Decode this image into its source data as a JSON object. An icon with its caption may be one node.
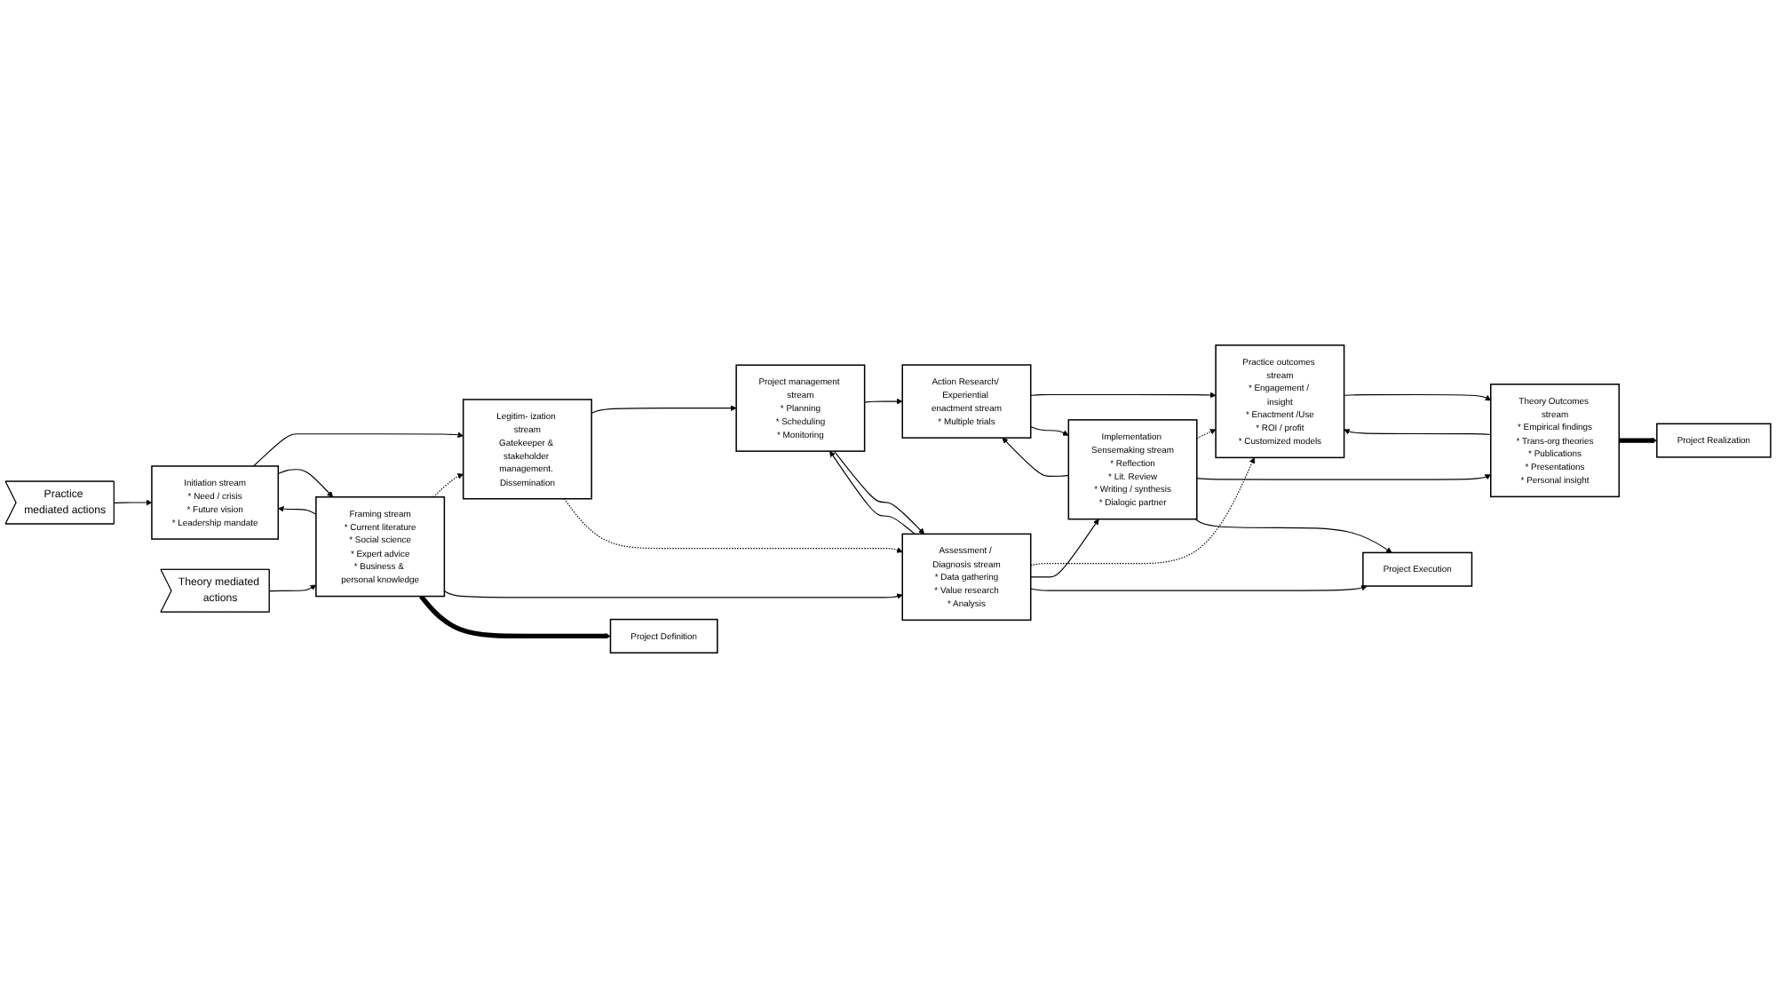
{
  "diagram": {
    "nodes": [
      {
        "text": [
          "Practice mediated actions"
        ]
      },
      {
        "text": [
          "Initiation stream",
          "* Need / crisis",
          "* Future vision",
          "* Leadership mandate"
        ]
      },
      {
        "text": [
          "Legitim- ization stream",
          "Gatekeeper & stakeholder management. Dissemination"
        ]
      },
      {
        "text": [
          "Project management stream",
          "* Planning",
          "* Scheduling",
          "* Monitoring"
        ]
      },
      {
        "text": [
          "Action Research/ Experiential enactment stream",
          "* Multiple trials"
        ]
      },
      {
        "text": [
          "Practice outcomes stream",
          "* Engagement / insight",
          "* Enactment /Use",
          "* ROI / profit",
          "* Customized models"
        ]
      },
      {
        "text": [
          "Theory mediated actions"
        ]
      },
      {
        "text": [
          "Framing stream",
          "* Current literature",
          "* Social science",
          "* Expert advice",
          "* Business & personal knowledge"
        ]
      },
      {
        "text": [
          "Assessment / Diagnosis stream",
          "* Data gathering",
          "* Value research",
          "* Analysis"
        ]
      },
      {
        "text": [
          "Implementation Sensemaking stream",
          "* Reflection",
          "* Lit. Review",
          "* Writing / synthesis",
          "* Dialogic partner"
        ]
      },
      {
        "text": [
          "Theory Outcomes stream",
          "* Empirical findings",
          "* Trans-org theories",
          "* Publications",
          "* Presentations",
          "* Personal insight"
        ]
      },
      {
        "text": [
          "Project Definition"
        ]
      },
      {
        "text": [
          "Project Execution"
        ]
      },
      {
        "text": [
          "Project Realization"
        ]
      }
    ],
    "edges": [
      {
        "from": 0,
        "to": 1,
        "arrow": "to"
      },
      {
        "from": 6,
        "to": 7,
        "arrow": "to"
      },
      {
        "from": 1,
        "to": 2,
        "arrow": "to"
      },
      {
        "from": 2,
        "to": 3,
        "arrow": "to"
      },
      {
        "from": 3,
        "to": 4,
        "arrow": "to"
      },
      {
        "from": 4,
        "to": 5,
        "arrow": "to"
      },
      {
        "from": 1,
        "to": 7,
        "arrow": "to"
      },
      {
        "from": 7,
        "to": 1,
        "arrow": "to"
      },
      {
        "from": 7,
        "to": 2,
        "arrow": "to",
        "style": "dashed"
      },
      {
        "from": 2,
        "to": 8,
        "arrow": "to",
        "style": "dashed"
      },
      {
        "from": 8,
        "to": 3,
        "arrow": "to"
      },
      {
        "from": 3,
        "to": 8,
        "arrow": "to"
      },
      {
        "from": 4,
        "to": 9,
        "arrow": "to"
      },
      {
        "from": 9,
        "to": 4,
        "arrow": "to"
      },
      {
        "from": 8,
        "to": 5,
        "arrow": "to",
        "style": "dashed"
      },
      {
        "from": 9,
        "to": 5,
        "arrow": "to",
        "style": "dashed"
      },
      {
        "from": 5,
        "to": 10,
        "arrow": "to"
      },
      {
        "from": 10,
        "to": 5,
        "arrow": "to"
      },
      {
        "from": 7,
        "to": 8,
        "arrow": "to"
      },
      {
        "from": 8,
        "to": 9,
        "arrow": "to"
      },
      {
        "from": 9,
        "to": 10,
        "arrow": "to"
      },
      {
        "from": 7,
        "to": 11,
        "arrow": "to",
        "style": "thick"
      },
      {
        "from": 8,
        "to": 12,
        "arrow": "to"
      },
      {
        "from": 9,
        "to": 12,
        "arrow": "to"
      },
      {
        "from": 10,
        "to": 13,
        "arrow": "to",
        "style": "thick"
      }
    ]
  }
}
